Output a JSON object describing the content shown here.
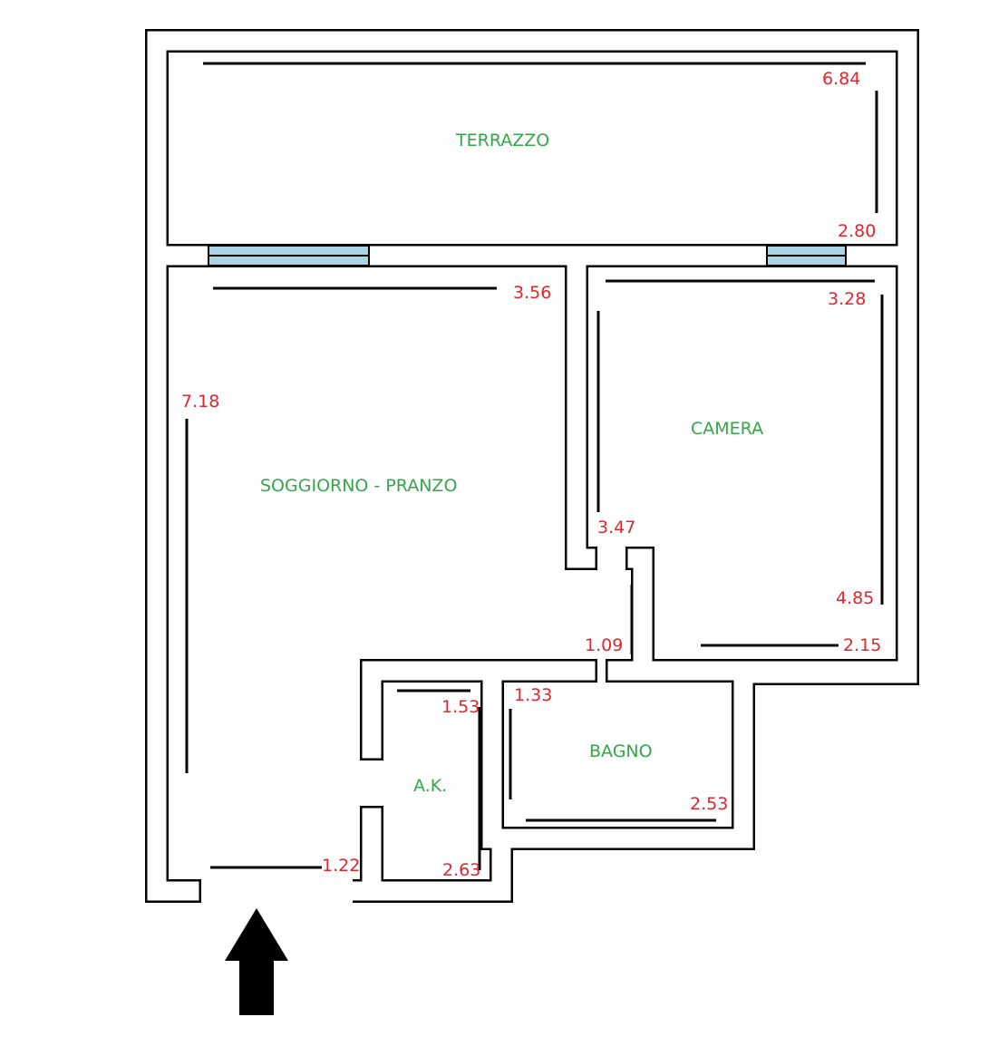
{
  "colors": {
    "dimension": "#e0262d",
    "room_label": "#35a64a",
    "window": "#a9d4e6",
    "wall": "#000000"
  },
  "rooms": {
    "terrazzo": "TERRAZZO",
    "soggiorno": "SOGGIORNO - PRANZO",
    "camera": "CAMERA",
    "ak": "A.K.",
    "bagno": "BAGNO"
  },
  "dimensions": {
    "terrazzo_width": "6.84",
    "terrazzo_depth": "2.80",
    "soggiorno_width": "3.56",
    "soggiorno_depth": "7.18",
    "camera_width": "3.28",
    "camera_left": "3.47",
    "camera_depth": "4.85",
    "camera_bottom": "2.15",
    "corridor": "1.09",
    "ak_width": "1.53",
    "ak_depth": "2.63",
    "bagno_depth": "1.33",
    "bagno_width": "2.53",
    "entrance": "1.22"
  },
  "entrance_arrow": "arrow-up-icon"
}
